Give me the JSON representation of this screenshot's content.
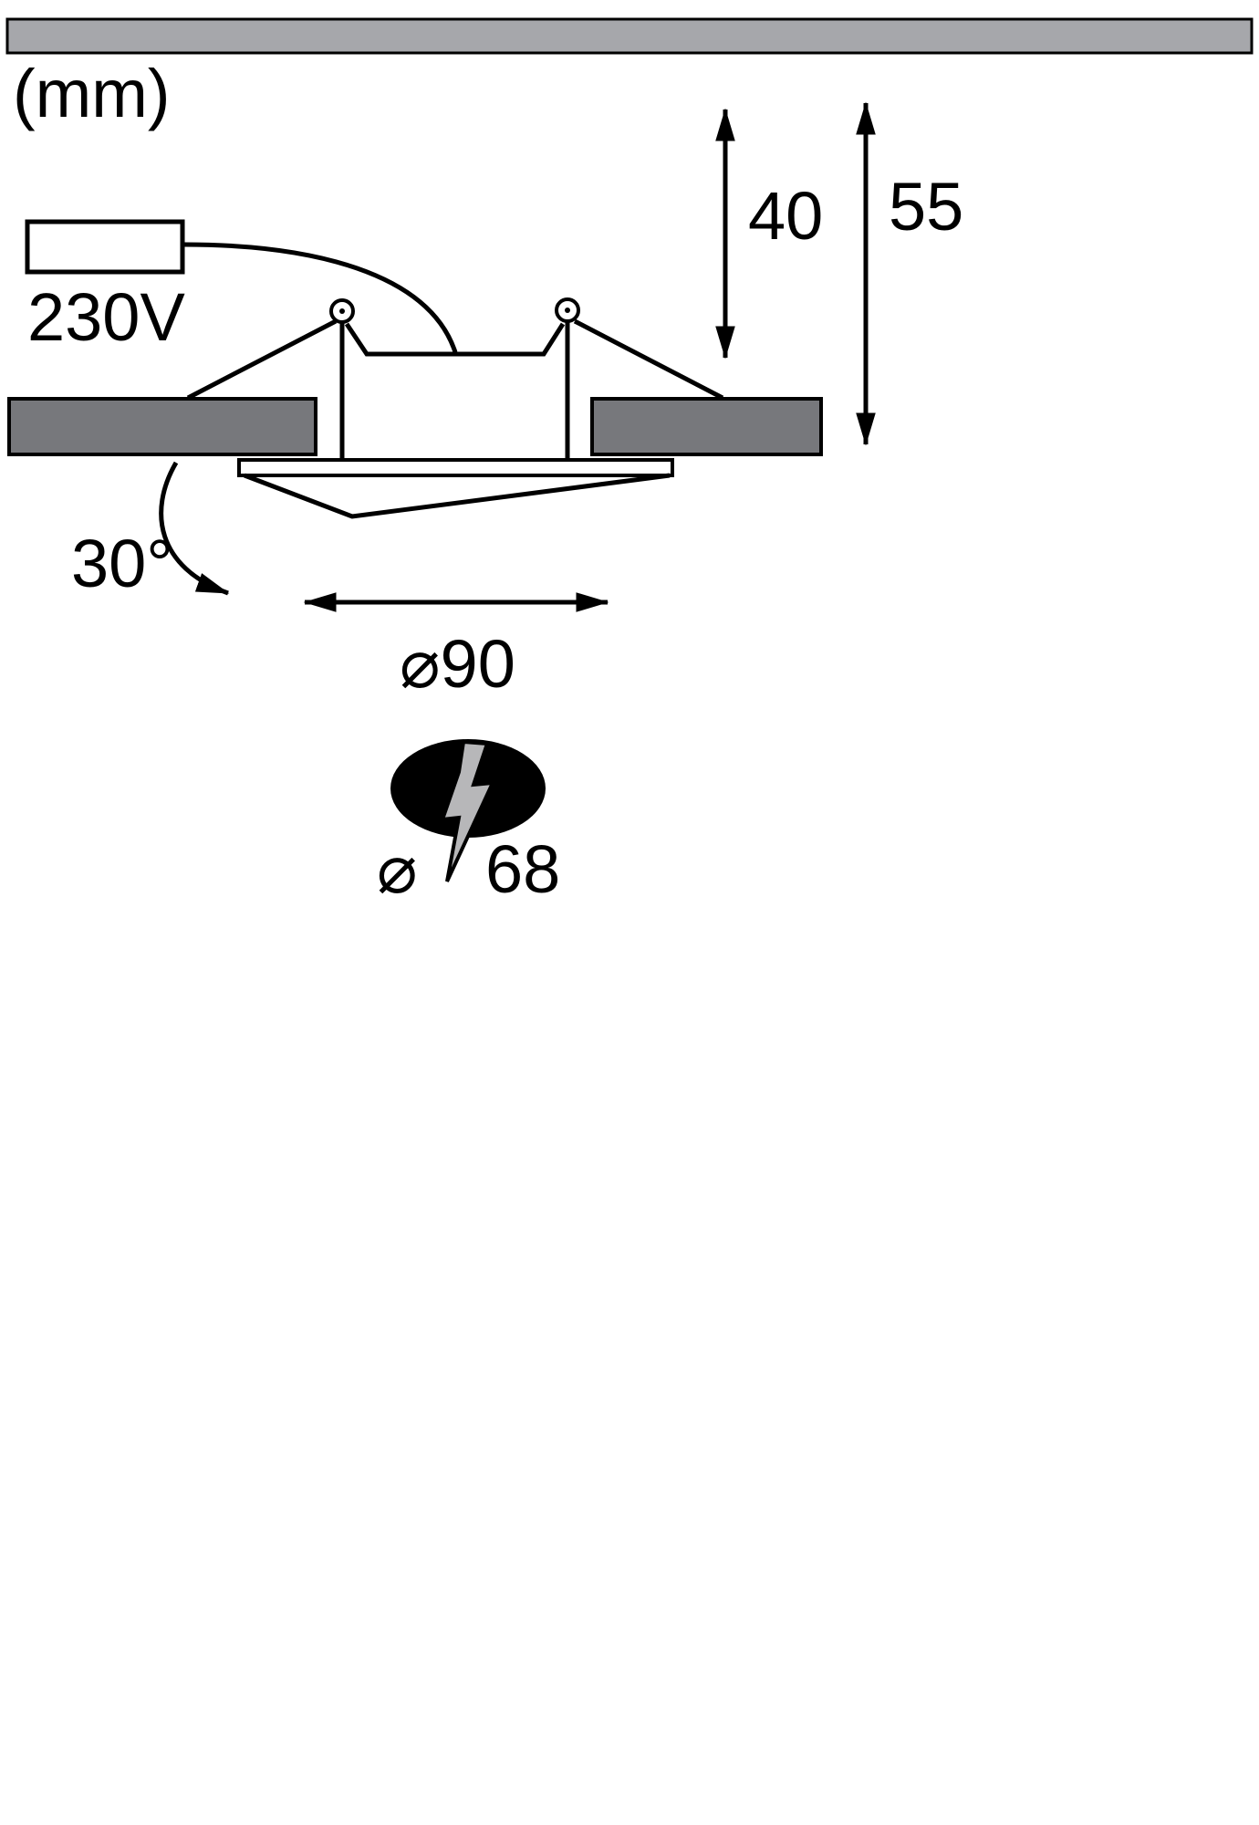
{
  "diagram": {
    "unit_label": "(mm)",
    "voltage_label": "230V",
    "recess_depth_label": "40",
    "total_height_label": "55",
    "swivel_angle_label": "30°",
    "trim_diameter_label": "⌀90",
    "cutout_symbol": "⌀",
    "cutout_value": "68"
  },
  "colors": {
    "top_panel_gray": "#a6a7ab",
    "ceiling_gray": "#77787c",
    "bolt_gray": "#b7b7b9",
    "line_black": "#000000",
    "lamp_black": "#000000",
    "background": "#ffffff"
  }
}
